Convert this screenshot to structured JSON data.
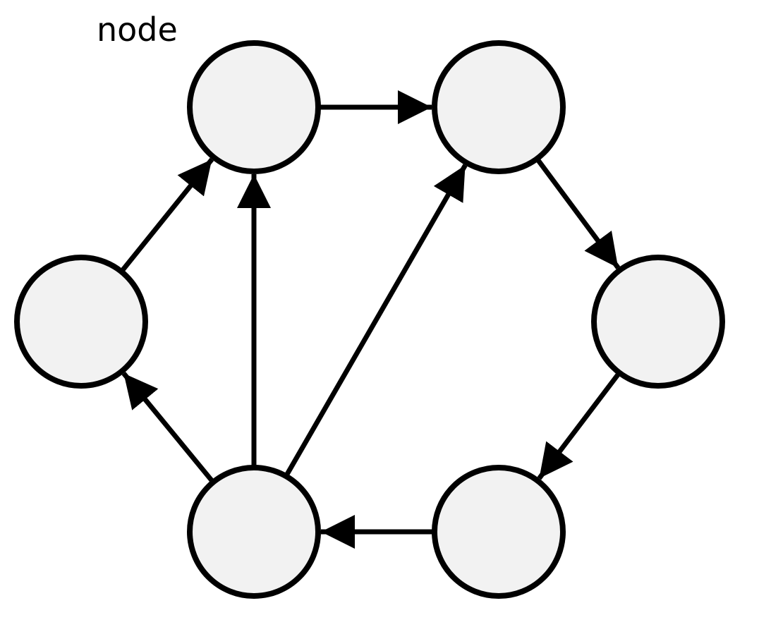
{
  "label": "node",
  "style": {
    "node_fill": "#f2f2f2",
    "stroke": "#000000",
    "background": "#ffffff"
  },
  "nodes": [
    {
      "id": "n1"
    },
    {
      "id": "n2"
    },
    {
      "id": "n3"
    },
    {
      "id": "n4"
    },
    {
      "id": "n5"
    },
    {
      "id": "n6"
    }
  ],
  "edges": [
    {
      "from": "n1",
      "to": "n2"
    },
    {
      "from": "n2",
      "to": "n4"
    },
    {
      "from": "n4",
      "to": "n6"
    },
    {
      "from": "n6",
      "to": "n5"
    },
    {
      "from": "n5",
      "to": "n3"
    },
    {
      "from": "n3",
      "to": "n1"
    },
    {
      "from": "n5",
      "to": "n1"
    },
    {
      "from": "n5",
      "to": "n2"
    }
  ]
}
